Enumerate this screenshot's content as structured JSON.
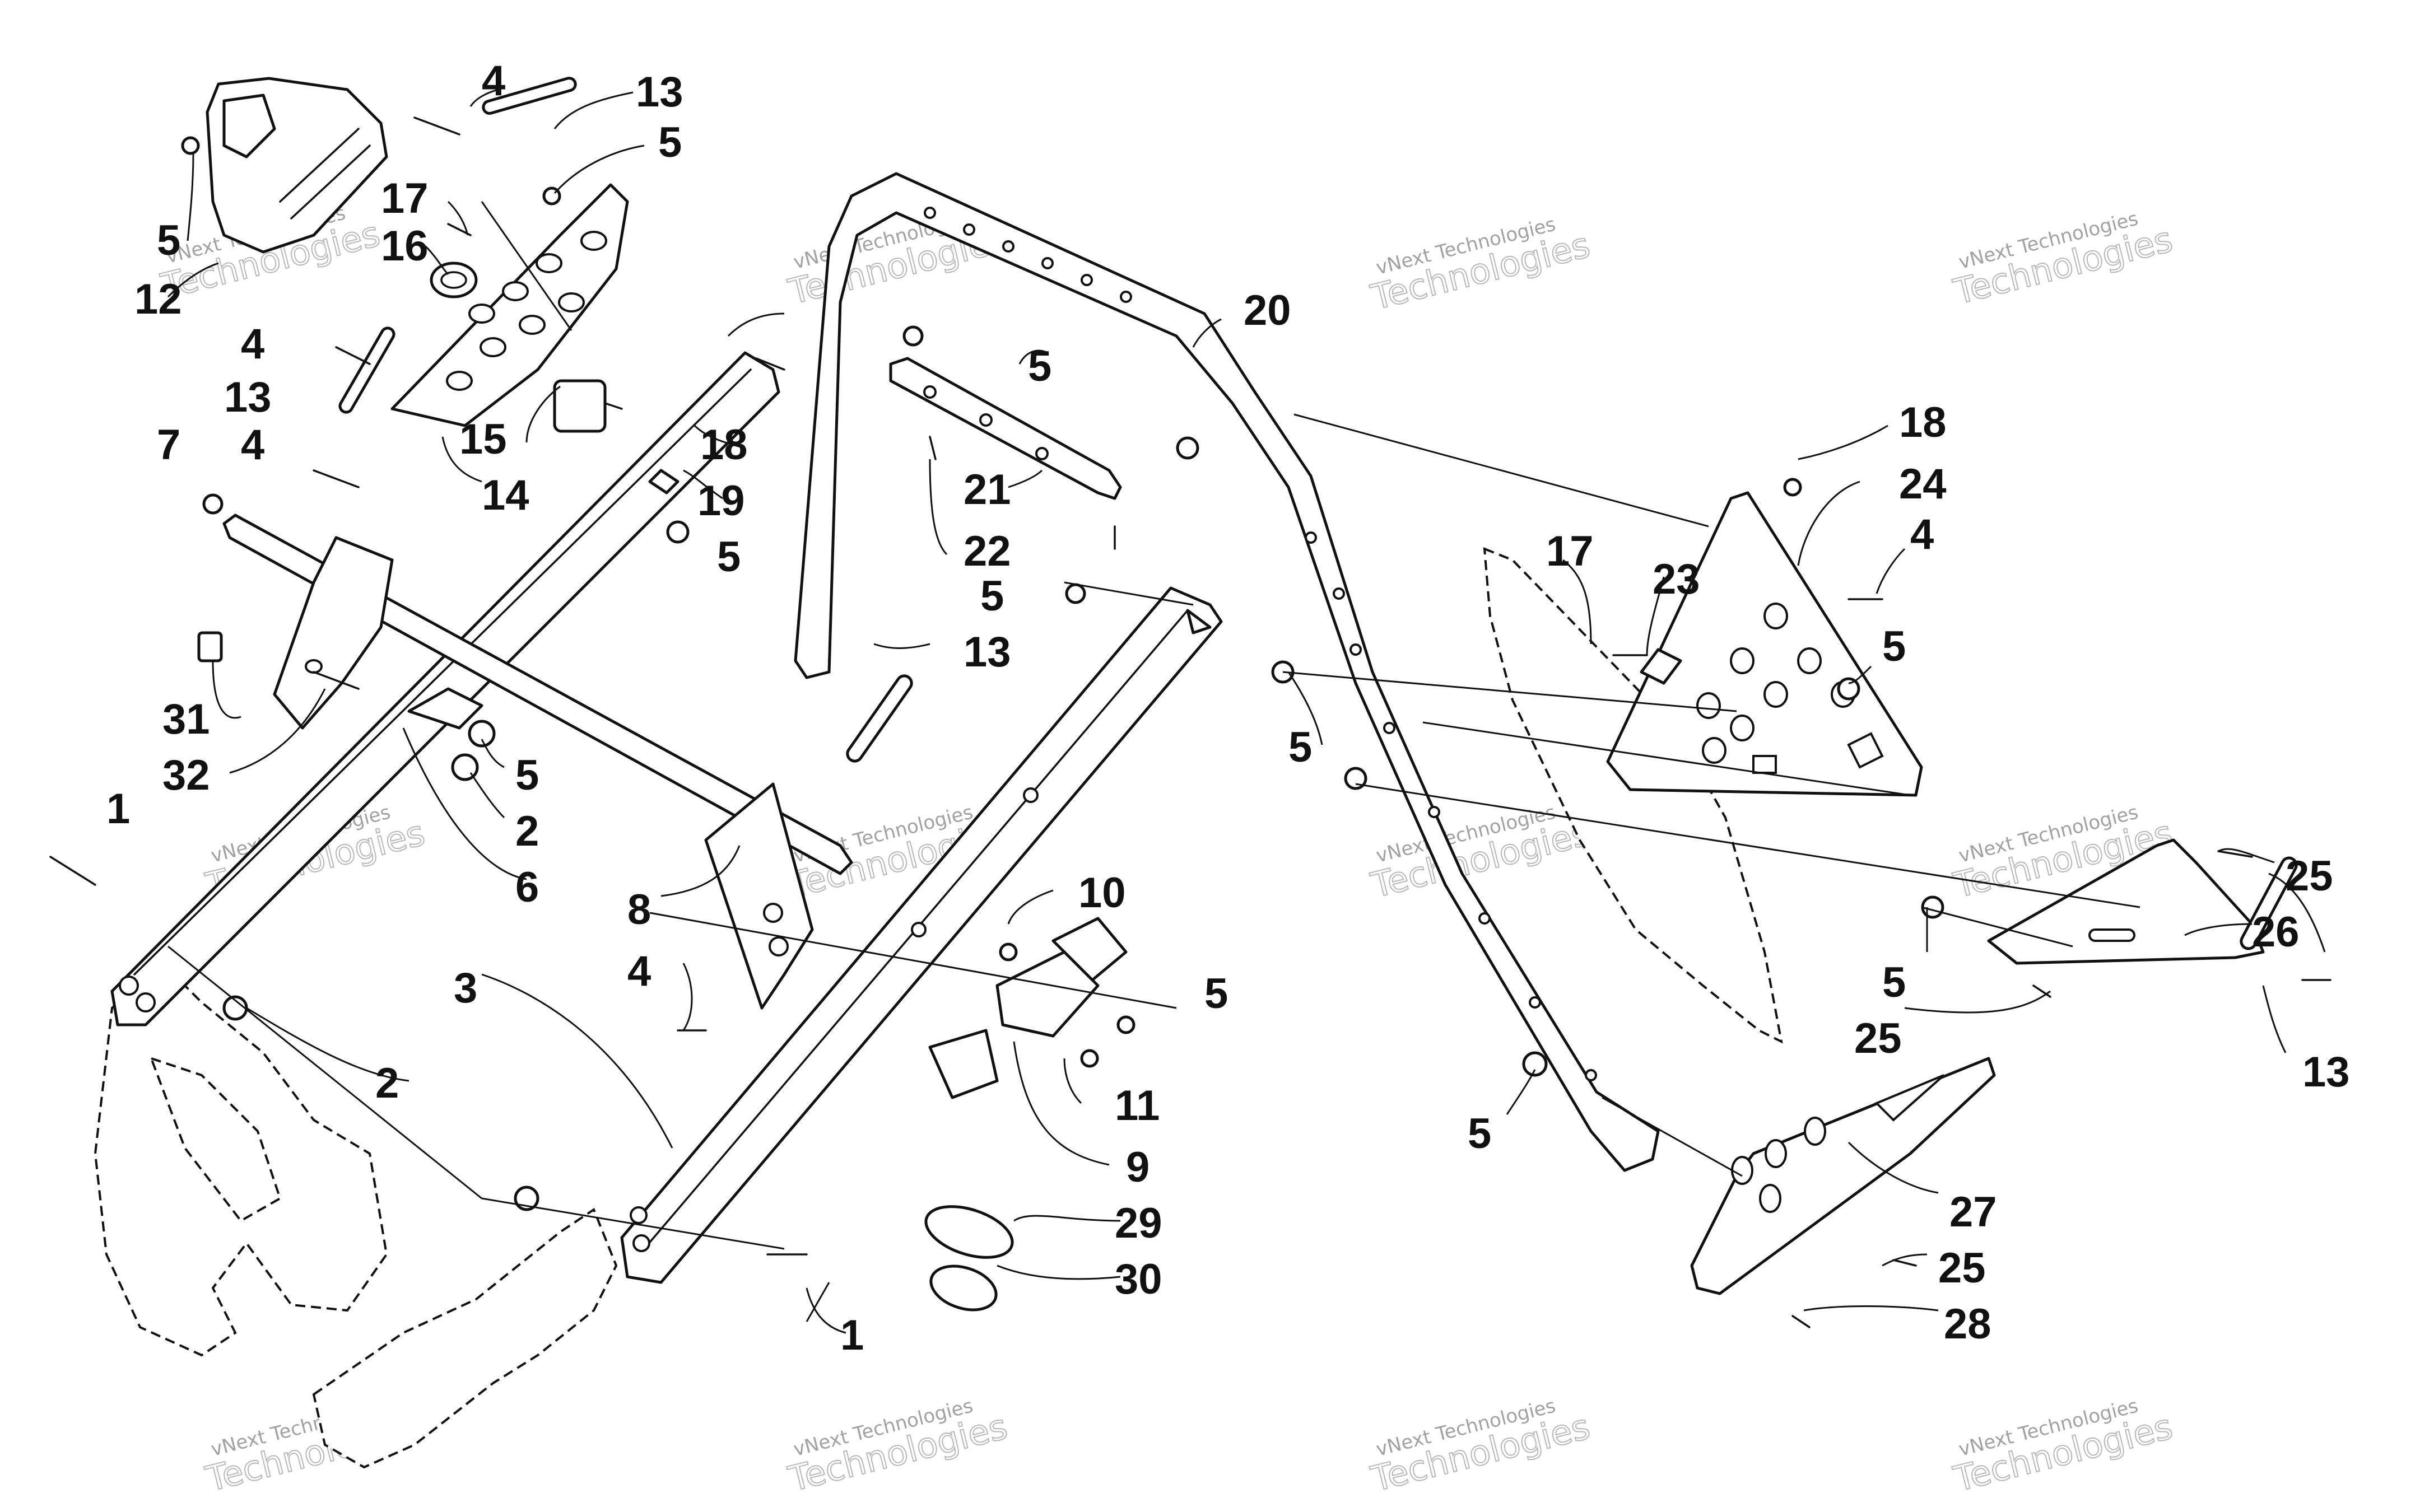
{
  "watermark": {
    "line1": "vNext Technologies",
    "line2_prefix": "vNext",
    "line2": "Technologies"
  },
  "callouts": [
    {
      "id": "c4a",
      "label": "4"
    },
    {
      "id": "c13a",
      "label": "13"
    },
    {
      "id": "c5a",
      "label": "5"
    },
    {
      "id": "c5b",
      "label": "5"
    },
    {
      "id": "c17a",
      "label": "17"
    },
    {
      "id": "c16",
      "label": "16"
    },
    {
      "id": "c12",
      "label": "12"
    },
    {
      "id": "c4b",
      "label": "4"
    },
    {
      "id": "c13b",
      "label": "13"
    },
    {
      "id": "c15",
      "label": "15"
    },
    {
      "id": "c7",
      "label": "7"
    },
    {
      "id": "c4c",
      "label": "4"
    },
    {
      "id": "c14",
      "label": "14"
    },
    {
      "id": "c18a",
      "label": "18"
    },
    {
      "id": "c19",
      "label": "19"
    },
    {
      "id": "c5c",
      "label": "5"
    },
    {
      "id": "c20",
      "label": "20"
    },
    {
      "id": "c5d",
      "label": "5"
    },
    {
      "id": "c21",
      "label": "21"
    },
    {
      "id": "c22",
      "label": "22"
    },
    {
      "id": "c5e",
      "label": "5"
    },
    {
      "id": "c13c",
      "label": "13"
    },
    {
      "id": "c31",
      "label": "31"
    },
    {
      "id": "c32",
      "label": "32"
    },
    {
      "id": "c5f",
      "label": "5"
    },
    {
      "id": "c2a",
      "label": "2"
    },
    {
      "id": "c6",
      "label": "6"
    },
    {
      "id": "c1a",
      "label": "1"
    },
    {
      "id": "c8",
      "label": "8"
    },
    {
      "id": "c3",
      "label": "3"
    },
    {
      "id": "c4d",
      "label": "4"
    },
    {
      "id": "c10",
      "label": "10"
    },
    {
      "id": "c5g",
      "label": "5"
    },
    {
      "id": "c11",
      "label": "11"
    },
    {
      "id": "c9",
      "label": "9"
    },
    {
      "id": "c2b",
      "label": "2"
    },
    {
      "id": "c29",
      "label": "29"
    },
    {
      "id": "c30",
      "label": "30"
    },
    {
      "id": "c1b",
      "label": "1"
    },
    {
      "id": "c18b",
      "label": "18"
    },
    {
      "id": "c24",
      "label": "24"
    },
    {
      "id": "c17b",
      "label": "17"
    },
    {
      "id": "c23",
      "label": "23"
    },
    {
      "id": "c4e",
      "label": "4"
    },
    {
      "id": "c5h",
      "label": "5"
    },
    {
      "id": "c5i",
      "label": "5"
    },
    {
      "id": "c25a",
      "label": "25"
    },
    {
      "id": "c26",
      "label": "26"
    },
    {
      "id": "c5j",
      "label": "5"
    },
    {
      "id": "c25b",
      "label": "25"
    },
    {
      "id": "c13d",
      "label": "13"
    },
    {
      "id": "c5k",
      "label": "5"
    },
    {
      "id": "c27",
      "label": "27"
    },
    {
      "id": "c25c",
      "label": "25"
    },
    {
      "id": "c28",
      "label": "28"
    }
  ]
}
